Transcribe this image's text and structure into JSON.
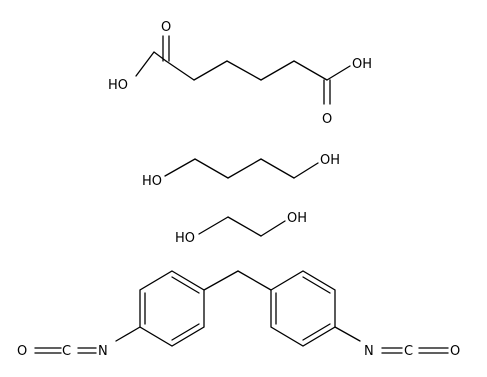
{
  "molecules": {
    "adipic_acid": {
      "labels": {
        "o_top": "O",
        "oh_left": "HO",
        "oh_right": "OH",
        "o_bottom": "O"
      }
    },
    "butanediol": {
      "labels": {
        "oh_left": "HO",
        "oh_right": "OH"
      }
    },
    "ethylene_glycol": {
      "labels": {
        "oh_left": "HO",
        "oh_right": "OH"
      }
    },
    "mdi": {
      "labels": {
        "o_left": "O",
        "c_left": "C",
        "n_left": "N",
        "n_right": "N",
        "c_right": "C",
        "o_right": "O"
      }
    }
  }
}
